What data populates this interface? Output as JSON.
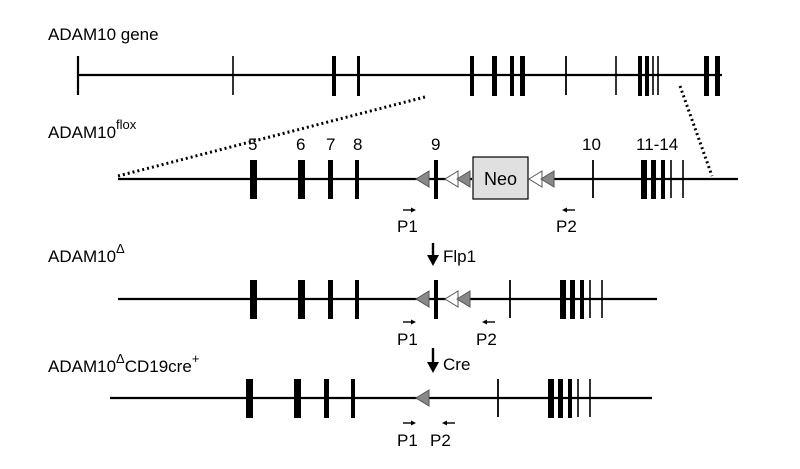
{
  "rows": {
    "gene": {
      "label": "ADAM10 gene"
    },
    "flox": {
      "label": "ADAM10",
      "sup": "flox"
    },
    "delta": {
      "label": "ADAM10",
      "sup": "Δ"
    },
    "cre": {
      "label_a": "ADAM10",
      "sup_a": "Δ",
      "label_b": "CD19cre",
      "sup_b": "+"
    }
  },
  "exon_labels": [
    "5",
    "6",
    "7",
    "8",
    "9",
    "10",
    "11-14"
  ],
  "cassette": {
    "label": "Neo"
  },
  "recombinases": {
    "flp": "Flp1",
    "cre": "Cre"
  },
  "primers": {
    "p1": "P1",
    "p2": "P2"
  }
}
